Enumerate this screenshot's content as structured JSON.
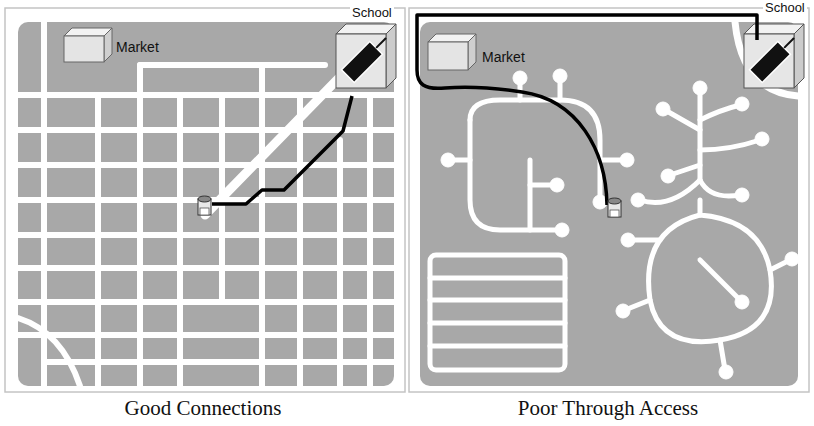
{
  "diagram": {
    "labels": [
      "Market",
      "School",
      "Market",
      "School",
      "Good Connections",
      "Poor Through Access"
    ]
  }
}
